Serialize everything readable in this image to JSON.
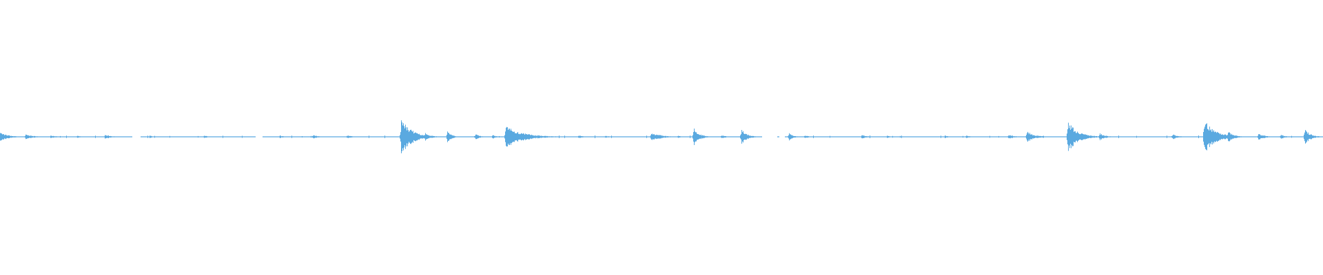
{
  "waveform": {
    "color": "#5aa9e0",
    "background": "#ffffff",
    "transients": [
      {
        "t": 0.0,
        "amp": 0.22,
        "decay": 0.006
      },
      {
        "t": 0.019,
        "amp": 0.12,
        "decay": 0.006
      },
      {
        "t": 0.038,
        "amp": 0.08,
        "decay": 0.004
      },
      {
        "t": 0.058,
        "amp": 0.06,
        "decay": 0.003
      },
      {
        "t": 0.079,
        "amp": 0.1,
        "decay": 0.005
      },
      {
        "t": 0.113,
        "amp": 0.06,
        "decay": 0.003
      },
      {
        "t": 0.154,
        "amp": 0.06,
        "decay": 0.004
      },
      {
        "t": 0.211,
        "amp": 0.08,
        "decay": 0.003
      },
      {
        "t": 0.236,
        "amp": 0.1,
        "decay": 0.004
      },
      {
        "t": 0.262,
        "amp": 0.08,
        "decay": 0.004
      },
      {
        "t": 0.303,
        "amp": 0.9,
        "decay": 0.008
      },
      {
        "t": 0.321,
        "amp": 0.2,
        "decay": 0.004
      },
      {
        "t": 0.338,
        "amp": 0.3,
        "decay": 0.003
      },
      {
        "t": 0.359,
        "amp": 0.16,
        "decay": 0.003
      },
      {
        "t": 0.372,
        "amp": 0.1,
        "decay": 0.003
      },
      {
        "t": 0.382,
        "amp": 0.55,
        "decay": 0.012
      },
      {
        "t": 0.437,
        "amp": 0.08,
        "decay": 0.004
      },
      {
        "t": 0.457,
        "amp": 0.06,
        "decay": 0.003
      },
      {
        "t": 0.492,
        "amp": 0.22,
        "decay": 0.007
      },
      {
        "t": 0.512,
        "amp": 0.06,
        "decay": 0.003
      },
      {
        "t": 0.524,
        "amp": 0.45,
        "decay": 0.004
      },
      {
        "t": 0.545,
        "amp": 0.08,
        "decay": 0.004
      },
      {
        "t": 0.56,
        "amp": 0.4,
        "decay": 0.004
      },
      {
        "t": 0.596,
        "amp": 0.2,
        "decay": 0.003
      },
      {
        "t": 0.608,
        "amp": 0.08,
        "decay": 0.003
      },
      {
        "t": 0.651,
        "amp": 0.1,
        "decay": 0.004
      },
      {
        "t": 0.67,
        "amp": 0.06,
        "decay": 0.004
      },
      {
        "t": 0.714,
        "amp": 0.08,
        "decay": 0.003
      },
      {
        "t": 0.73,
        "amp": 0.06,
        "decay": 0.004
      },
      {
        "t": 0.762,
        "amp": 0.12,
        "decay": 0.004
      },
      {
        "t": 0.776,
        "amp": 0.3,
        "decay": 0.005
      },
      {
        "t": 0.807,
        "amp": 0.8,
        "decay": 0.007
      },
      {
        "t": 0.831,
        "amp": 0.18,
        "decay": 0.004
      },
      {
        "t": 0.886,
        "amp": 0.14,
        "decay": 0.004
      },
      {
        "t": 0.91,
        "amp": 0.85,
        "decay": 0.008
      },
      {
        "t": 0.928,
        "amp": 0.3,
        "decay": 0.004
      },
      {
        "t": 0.951,
        "amp": 0.2,
        "decay": 0.004
      },
      {
        "t": 0.968,
        "amp": 0.12,
        "decay": 0.003
      },
      {
        "t": 0.986,
        "amp": 0.4,
        "decay": 0.004
      }
    ],
    "gaps": [
      [
        0.1,
        0.106
      ],
      [
        0.193,
        0.198
      ],
      [
        0.576,
        0.587
      ],
      [
        0.589,
        0.593
      ]
    ],
    "noise_floor": 0.012
  }
}
